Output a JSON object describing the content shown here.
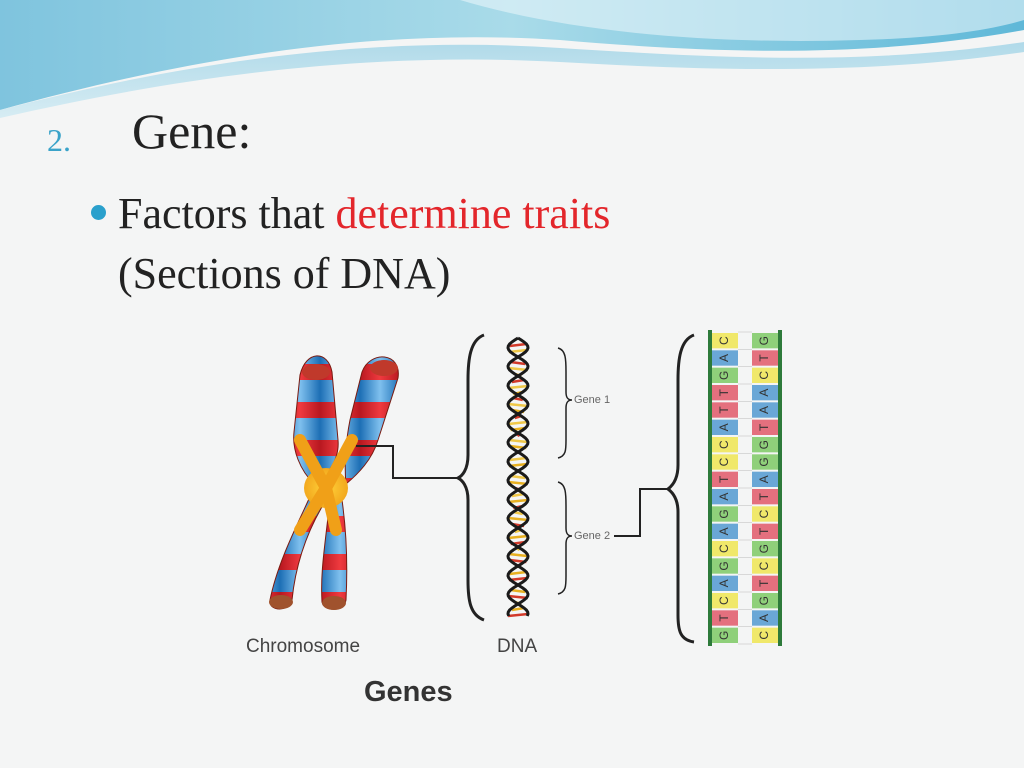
{
  "slide": {
    "number": "2.",
    "heading": "Gene:",
    "bullet": {
      "text_before": "Factors that ",
      "highlight": "determine traits",
      "line2": "(Sections of DNA)"
    },
    "highlight_color": "#e3262b",
    "accent_color": "#2aa0cc"
  },
  "diagram": {
    "caption_chromosome": "Chromosome",
    "caption_dna": "DNA",
    "caption_genes": "Genes",
    "gene_labels": [
      "Gene 1",
      "Gene 2"
    ],
    "base_columns": [
      [
        "C",
        "A",
        "G",
        "T",
        "T",
        "A",
        "C",
        "C",
        "T",
        "A",
        "G",
        "A",
        "C",
        "G",
        "A",
        "C",
        "T",
        "G"
      ],
      [
        "G",
        "T",
        "C",
        "A",
        "A",
        "T",
        "G",
        "G",
        "A",
        "T",
        "C",
        "T",
        "G",
        "C",
        "T",
        "G",
        "A",
        "C"
      ]
    ],
    "base_colors": {
      "A": "#6aa7d6",
      "C": "#f0e86a",
      "G": "#8fd07a",
      "T": "#e4707e"
    }
  }
}
